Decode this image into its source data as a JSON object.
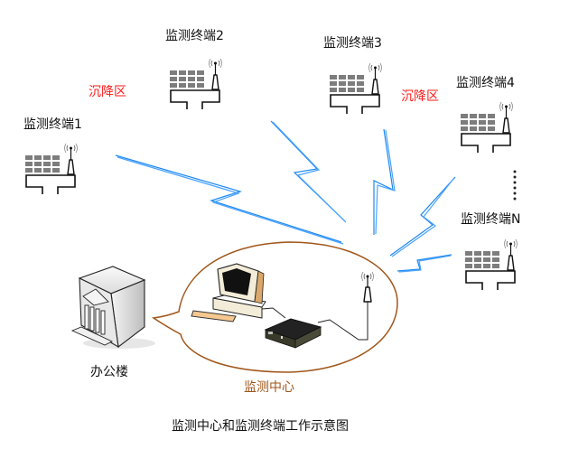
{
  "diagram": {
    "title": "监测中心和监测终端工作示意图",
    "terminals": [
      {
        "id": "t1",
        "label": "监测终端1"
      },
      {
        "id": "t2",
        "label": "监测终端2"
      },
      {
        "id": "t3",
        "label": "监测终端3"
      },
      {
        "id": "t4",
        "label": "监测终端4"
      },
      {
        "id": "tn",
        "label": "监测终端N"
      }
    ],
    "subsidence_zones": [
      {
        "label": "沉降区"
      },
      {
        "label": "沉降区"
      }
    ],
    "office": {
      "label": "办公楼"
    },
    "center": {
      "label": "监测中心",
      "components": [
        "computer",
        "modem",
        "antenna"
      ]
    },
    "ellipsis": "……",
    "links": [
      {
        "from": "t1",
        "to": "center",
        "type": "wireless"
      },
      {
        "from": "t2",
        "to": "center",
        "type": "wireless"
      },
      {
        "from": "t3",
        "to": "center",
        "type": "wireless"
      },
      {
        "from": "t4",
        "to": "center",
        "type": "wireless"
      },
      {
        "from": "tn",
        "to": "center",
        "type": "wireless"
      },
      {
        "from": "office",
        "to": "center",
        "type": "callout"
      }
    ],
    "colors": {
      "wireless": "#1e88f0",
      "subsidence_text": "#ff1a1a",
      "center_text": "#a0561a",
      "center_outline": "#a0561a",
      "panel": "#7a7a7a",
      "line": "#222222"
    }
  }
}
